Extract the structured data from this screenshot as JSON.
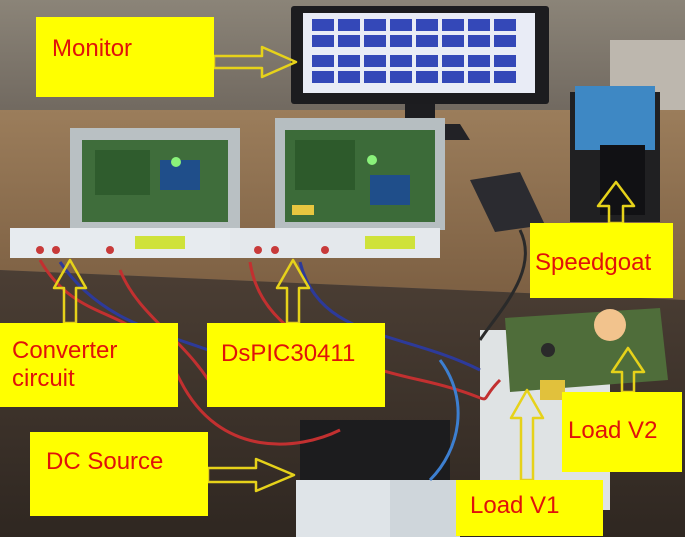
{
  "labels": {
    "monitor": "Monitor",
    "speedgoat": "Speedgoat",
    "converter_line1": "Converter",
    "converter_line2": "circuit",
    "dspic": "DsPIC30411",
    "dc_source": "DC Source",
    "load_v1": "Load V1",
    "load_v2": "Load V2"
  },
  "colors": {
    "label_background": "#ffff00",
    "label_text": "#e0120a",
    "arrow_outline": "#e6d21a"
  }
}
